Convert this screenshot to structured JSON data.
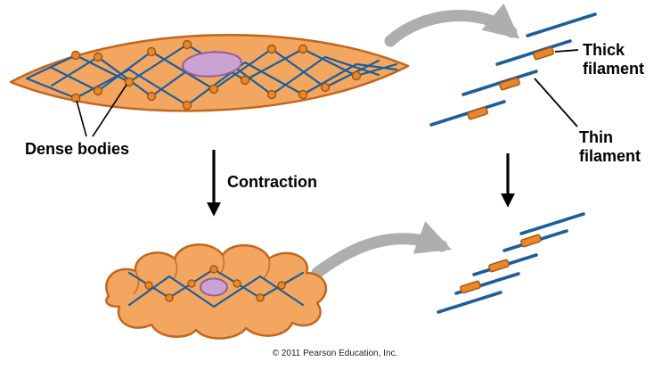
{
  "labels": {
    "dense_bodies": "Dense bodies",
    "contraction": "Contraction",
    "thick_line1": "Thick",
    "thick_line2": "filament",
    "thin_line1": "Thin",
    "thin_line2": "filament"
  },
  "footer": {
    "copyright": "© 2011 Pearson Education, Inc."
  },
  "colors": {
    "cell_fill": "#F3A660",
    "cell_outline": "#C2661E",
    "filament_blue": "#1B5E9B",
    "dense_body": "#E8872B",
    "dense_body_outline": "#A2560F",
    "nucleus_fill": "#CBA2D2",
    "nucleus_outline": "#8F5F9C",
    "arrow_gray": "#AEAEAE",
    "label_text": "#000000"
  }
}
